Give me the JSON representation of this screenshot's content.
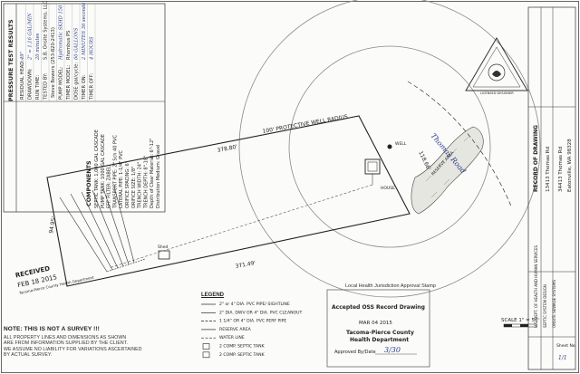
{
  "pressure_test": {
    "title": "PRESSURE TEST RESULTS",
    "rows": [
      {
        "label": "RESIDUAL HEAD:",
        "value": "49\"",
        "handwritten": true
      },
      {
        "label": "DRAWDOWN:",
        "value": "2\" = 1.16 GAL/MIN",
        "handwritten": true
      },
      {
        "label": "RUN TIME:",
        "value": "20 minutes",
        "handwritten": true
      },
      {
        "label": "TESTED BY:",
        "value": "S.B. Onsite Systems, LLC",
        "handwritten": false
      },
      {
        "label": "",
        "value": "Steve Bowers (253-820-2413)",
        "handwritten": false
      },
      {
        "label": "PUMP MODEL:",
        "value": "Hydromatic SKHD 150",
        "handwritten": true
      },
      {
        "label": "TIMER MODEL:",
        "value": "Rhombus PS",
        "handwritten": false
      },
      {
        "label": "DOSE gal/cycle:",
        "value": "60 GALLONS",
        "handwritten": true
      },
      {
        "label": "TIMER ON:",
        "value": "2 MINUTES 36 seconds",
        "handwritten": true
      },
      {
        "label": "TIMER OFF:",
        "value": "4 HOURS",
        "handwritten": true
      }
    ]
  },
  "components": {
    "title": "COMPONENTS",
    "rows": [
      "SEPTIC TANK: 1,000 GAL CASCADE",
      "PUMP TANK: 1000 GAL CASCADE",
      "EFF. FILTER: ZABEL",
      "TRANSPORT PIPE: 2\" Sch 40 PVC",
      "LATERAL PIPE: 1-1/4\" PVC",
      "ORIFICE SPACING: 6'",
      "ORIFICE SIZE: 1/8\"",
      "TRENCH WIDTH: 24\"",
      "TRENCH DEPTH: 8\"-18\"",
      "Depth of Clear Material: 6\"-12\"",
      "Distribution Medium: Gravel"
    ]
  },
  "record": {
    "title": "RECORD OF DRAWING",
    "lines": [
      "13413 Thomas Rd",
      "34413 Thomas Rd",
      "Eatonville, WA 98328"
    ]
  },
  "survey_note": {
    "title": "NOTE: THIS IS NOT A SURVEY !!!",
    "lines": [
      "ALL PROPERTY LINES AND DIMENSIONS AS SHOWN",
      "ARE FROM INFORMATION SUPPLIED BY THE CLIENT.",
      "WE ASSUME NO LIABILITY FOR VARIATIONS ASCERTAINED",
      "BY ACTUAL SURVEY."
    ]
  },
  "legend": {
    "title": "LEGEND",
    "items": [
      {
        "symbol": "pipe",
        "label": "2\" or 4\" DIA. PVC PIPE/ SIGHTLINE"
      },
      {
        "symbol": "cleanout",
        "label": "2\" DIA. DWV OR 4\" DIA. PVC CLEANOUT"
      },
      {
        "symbol": "lateral",
        "label": "1 1/4\" OR 4\" DIA. PVC PERF PIPE"
      },
      {
        "symbol": "reserve",
        "label": "RESERVE AREA"
      },
      {
        "symbol": "water",
        "label": "WATER LINE"
      },
      {
        "symbol": "septic",
        "label": "2 COMP. SEPTIC TANK"
      },
      {
        "symbol": "pumptank",
        "label": "2 COMP. SEPTIC TANK"
      }
    ]
  },
  "received_stamp": {
    "title": "RECEIVED",
    "date": "FEB 18 2015",
    "org": "Tacoma-Pierce County Health Department"
  },
  "approval_stamp": {
    "caption": "Local Health Jurisdiction Approval Stamp",
    "title": "Accepted OSS Record Drawing",
    "date": "MAR 04 2015",
    "org": "Tacoma-Pierce County Health Department",
    "approved_by_label": "Approved By/Date",
    "approved_by_value": "3/30"
  },
  "site": {
    "well_radius": "100' PROTECTIVE WELL RADIUS",
    "road": "Thomas Road",
    "dimensions": [
      "378.80'",
      "371.49'",
      "118.66'",
      "94.95'"
    ],
    "labels": [
      "HOUSE",
      "Shed",
      "WELL",
      "RESERVE AREA"
    ]
  },
  "scale": "SCALE 1\" = 50'",
  "title_block": {
    "sheet_label": "Sheet No.",
    "sheet_value": "1/1",
    "lines": [
      "U.S. DEPT. OF HEALTH AND HUMAN SERVICES",
      "SEPTIC SYSTEM DESIGN",
      "ONSITE SEWAGE SYSTEMS"
    ]
  },
  "seal": {
    "text": "LICENSED DESIGNER"
  }
}
